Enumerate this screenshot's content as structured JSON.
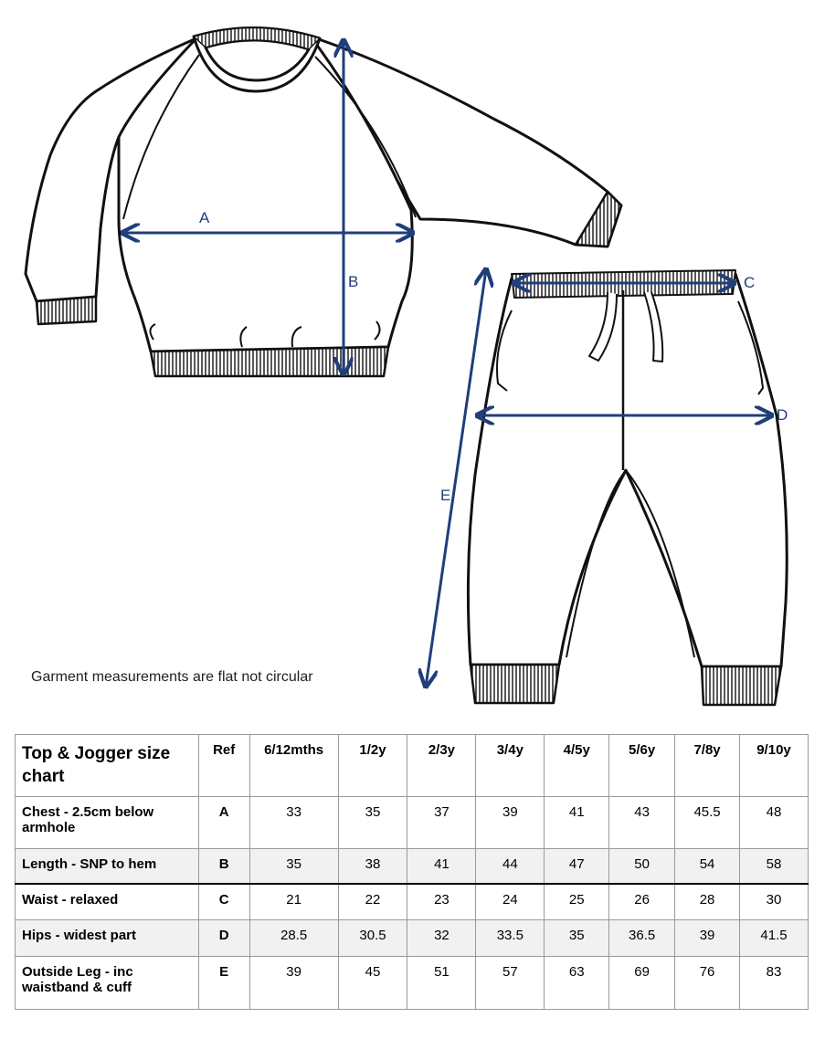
{
  "measure_labels": {
    "a": "A",
    "b": "B",
    "c": "C",
    "d": "D",
    "e": "E"
  },
  "note": "Garment measurements are flat not circular",
  "colors": {
    "arrow": "#1f3f7a",
    "outline": "#111111",
    "row_shade": "#f1f1f1"
  },
  "table": {
    "title": "Top & Jogger size chart",
    "ref_header": "Ref",
    "sizes": [
      "6/12mths",
      "1/2y",
      "2/3y",
      "3/4y",
      "4/5y",
      "5/6y",
      "7/8y",
      "9/10y"
    ],
    "rows": [
      {
        "label": "Chest - 2.5cm below armhole",
        "ref": "A",
        "values": [
          "33",
          "35",
          "37",
          "39",
          "41",
          "43",
          "45.5",
          "48"
        ]
      },
      {
        "label": "Length - SNP to hem",
        "ref": "B",
        "values": [
          "35",
          "38",
          "41",
          "44",
          "47",
          "50",
          "54",
          "58"
        ]
      },
      {
        "label": "Waist - relaxed",
        "ref": "C",
        "values": [
          "21",
          "22",
          "23",
          "24",
          "25",
          "26",
          "28",
          "30"
        ]
      },
      {
        "label": "Hips - widest part",
        "ref": "D",
        "values": [
          "28.5",
          "30.5",
          "32",
          "33.5",
          "35",
          "36.5",
          "39",
          "41.5"
        ]
      },
      {
        "label": "Outside Leg - inc waistband & cuff",
        "ref": "E",
        "values": [
          "39",
          "45",
          "51",
          "57",
          "63",
          "69",
          "76",
          "83"
        ]
      }
    ]
  }
}
